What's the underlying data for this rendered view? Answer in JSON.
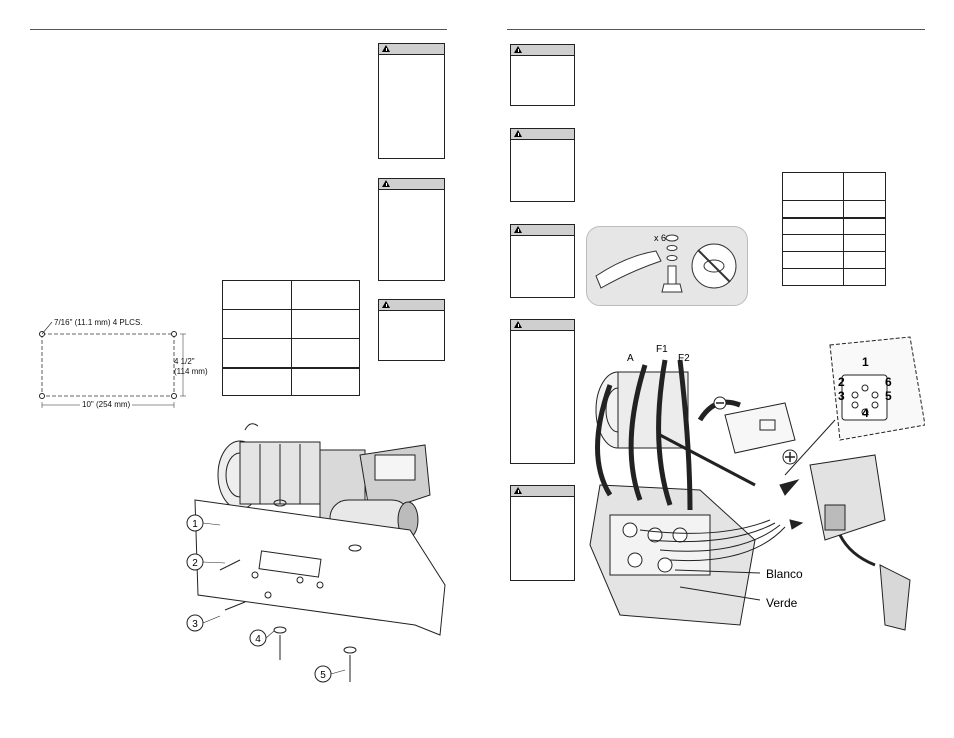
{
  "mounting_diagram": {
    "hole_label": "7/16\" (11.1 mm) 4 PLCS.",
    "height_label_in": "4 1/2\"",
    "height_label_mm": "(114 mm)",
    "width_label": "10\" (254 mm)"
  },
  "exploded_view": {
    "callouts": [
      "1",
      "2",
      "3",
      "4",
      "5"
    ]
  },
  "wiring": {
    "multiplier_label": "x 6",
    "terminal_labels": [
      "A",
      "F1",
      "F2"
    ],
    "wire_labels": [
      "Blanco",
      "Verde"
    ]
  },
  "socket": {
    "pin_labels": [
      "1",
      "2",
      "3",
      "6",
      "5",
      "4"
    ]
  },
  "colors": {
    "rule": "#555555",
    "warning_bar": "#cfcfcf"
  },
  "icons": [
    "warning-triangle-icon",
    "minus-terminal-icon",
    "plus-terminal-icon",
    "no-washer-icon"
  ]
}
